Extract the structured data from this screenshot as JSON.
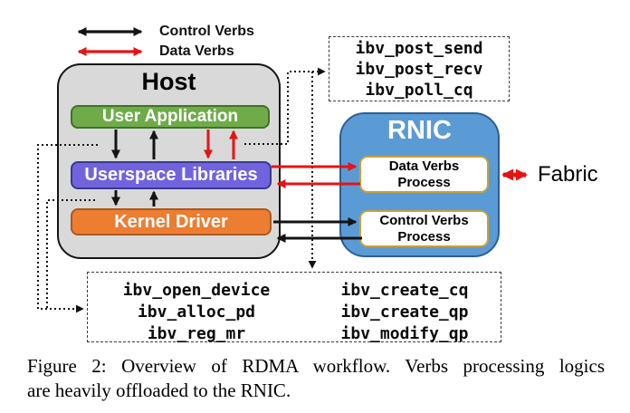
{
  "legend": {
    "control": "Control Verbs",
    "data": "Data Verbs"
  },
  "host": {
    "title": "Host",
    "layers": [
      {
        "label": "User Application"
      },
      {
        "label": "Userspace Libraries"
      },
      {
        "label": "Kernel Driver"
      }
    ]
  },
  "rnic": {
    "title": "RNIC",
    "processes": [
      {
        "lines": [
          "Data Verbs",
          "Process"
        ]
      },
      {
        "lines": [
          "Control Verbs",
          "Process"
        ]
      }
    ]
  },
  "fabric": {
    "label": "Fabric"
  },
  "annotations": {
    "data_verbs": {
      "items": [
        "ibv_post_send",
        "ibv_post_recv",
        "ibv_poll_cq"
      ]
    },
    "control_verbs": {
      "left_items": [
        "ibv_open_device",
        "ibv_alloc_pd",
        "ibv_reg_mr"
      ],
      "right_items": [
        "ibv_create_cq",
        "ibv_create_qp",
        "ibv_modify_qp"
      ]
    }
  },
  "caption": {
    "line1": "Figure 2: Overview of RDMA workflow. Verbs processing logics",
    "line2": "are heavily offloaded to the RNIC."
  },
  "colors": {
    "control_arrow": "#141414",
    "data_arrow": "#E51414",
    "host_fill": "#D9D9D9",
    "user_app_fill": "#6FAC49",
    "userspace_fill": "#7163DE",
    "kernel_fill": "#EC7D31",
    "rnic_fill": "#5B9BD5",
    "process_border": "#C8A13C",
    "white_text": "#FFFFFF"
  }
}
